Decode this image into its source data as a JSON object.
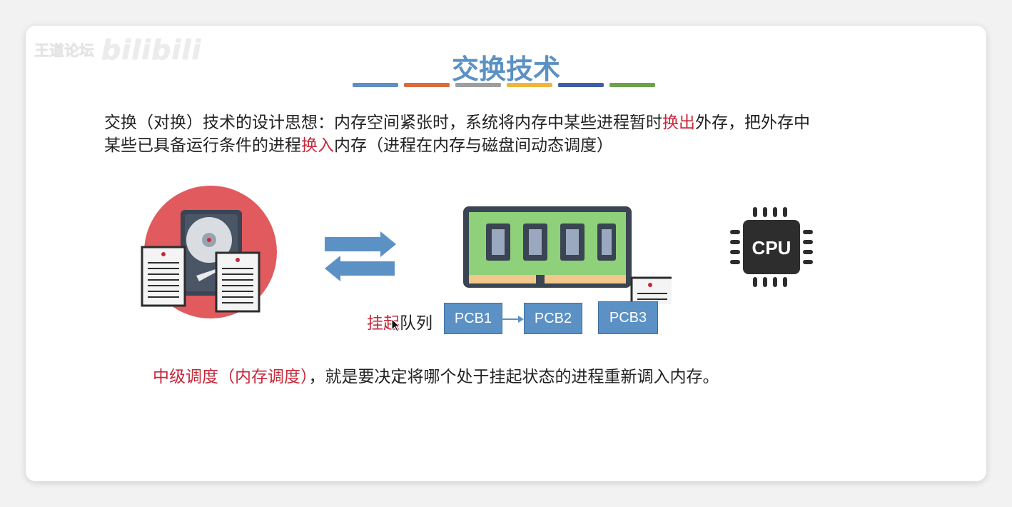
{
  "watermark": {
    "text": "王道论坛",
    "logo": "bilibili"
  },
  "slide": {
    "title": "交换技术",
    "title_color": "#5b91c4",
    "color_bars": [
      "#5b91c4",
      "#d96c3c",
      "#9e9e9e",
      "#f0b53c",
      "#3f5fa8",
      "#6aa34a"
    ],
    "description": {
      "line1_a": "交换（对换）技术的设计思想：内存空间紧张时，系统将内存中某些进程暂时",
      "line1_hl": "换出",
      "line1_b": "外存，把外存中",
      "line2_a": "某些已具备运行条件的进程",
      "line2_hl": "换入",
      "line2_b": "内存（进程在内存与磁盘间动态调度）"
    },
    "illustration": {
      "disk_icon": "hard-disk-icon",
      "arrow_icon": "swap-arrows-icon",
      "ram_icon": "memory-stick-icon",
      "cpu_label": "CPU",
      "cpu_icon": "cpu-chip-icon"
    },
    "queue": {
      "label_hl": "挂起",
      "label_rest": "队列",
      "pcbs": [
        "PCB1",
        "PCB2",
        "PCB3"
      ]
    },
    "bottom": {
      "hl": "中级调度（内存调度）",
      "rest": "，就是要决定将哪个处于挂起状态的进程重新调入内存。"
    },
    "accent_red": "#c6283a"
  }
}
